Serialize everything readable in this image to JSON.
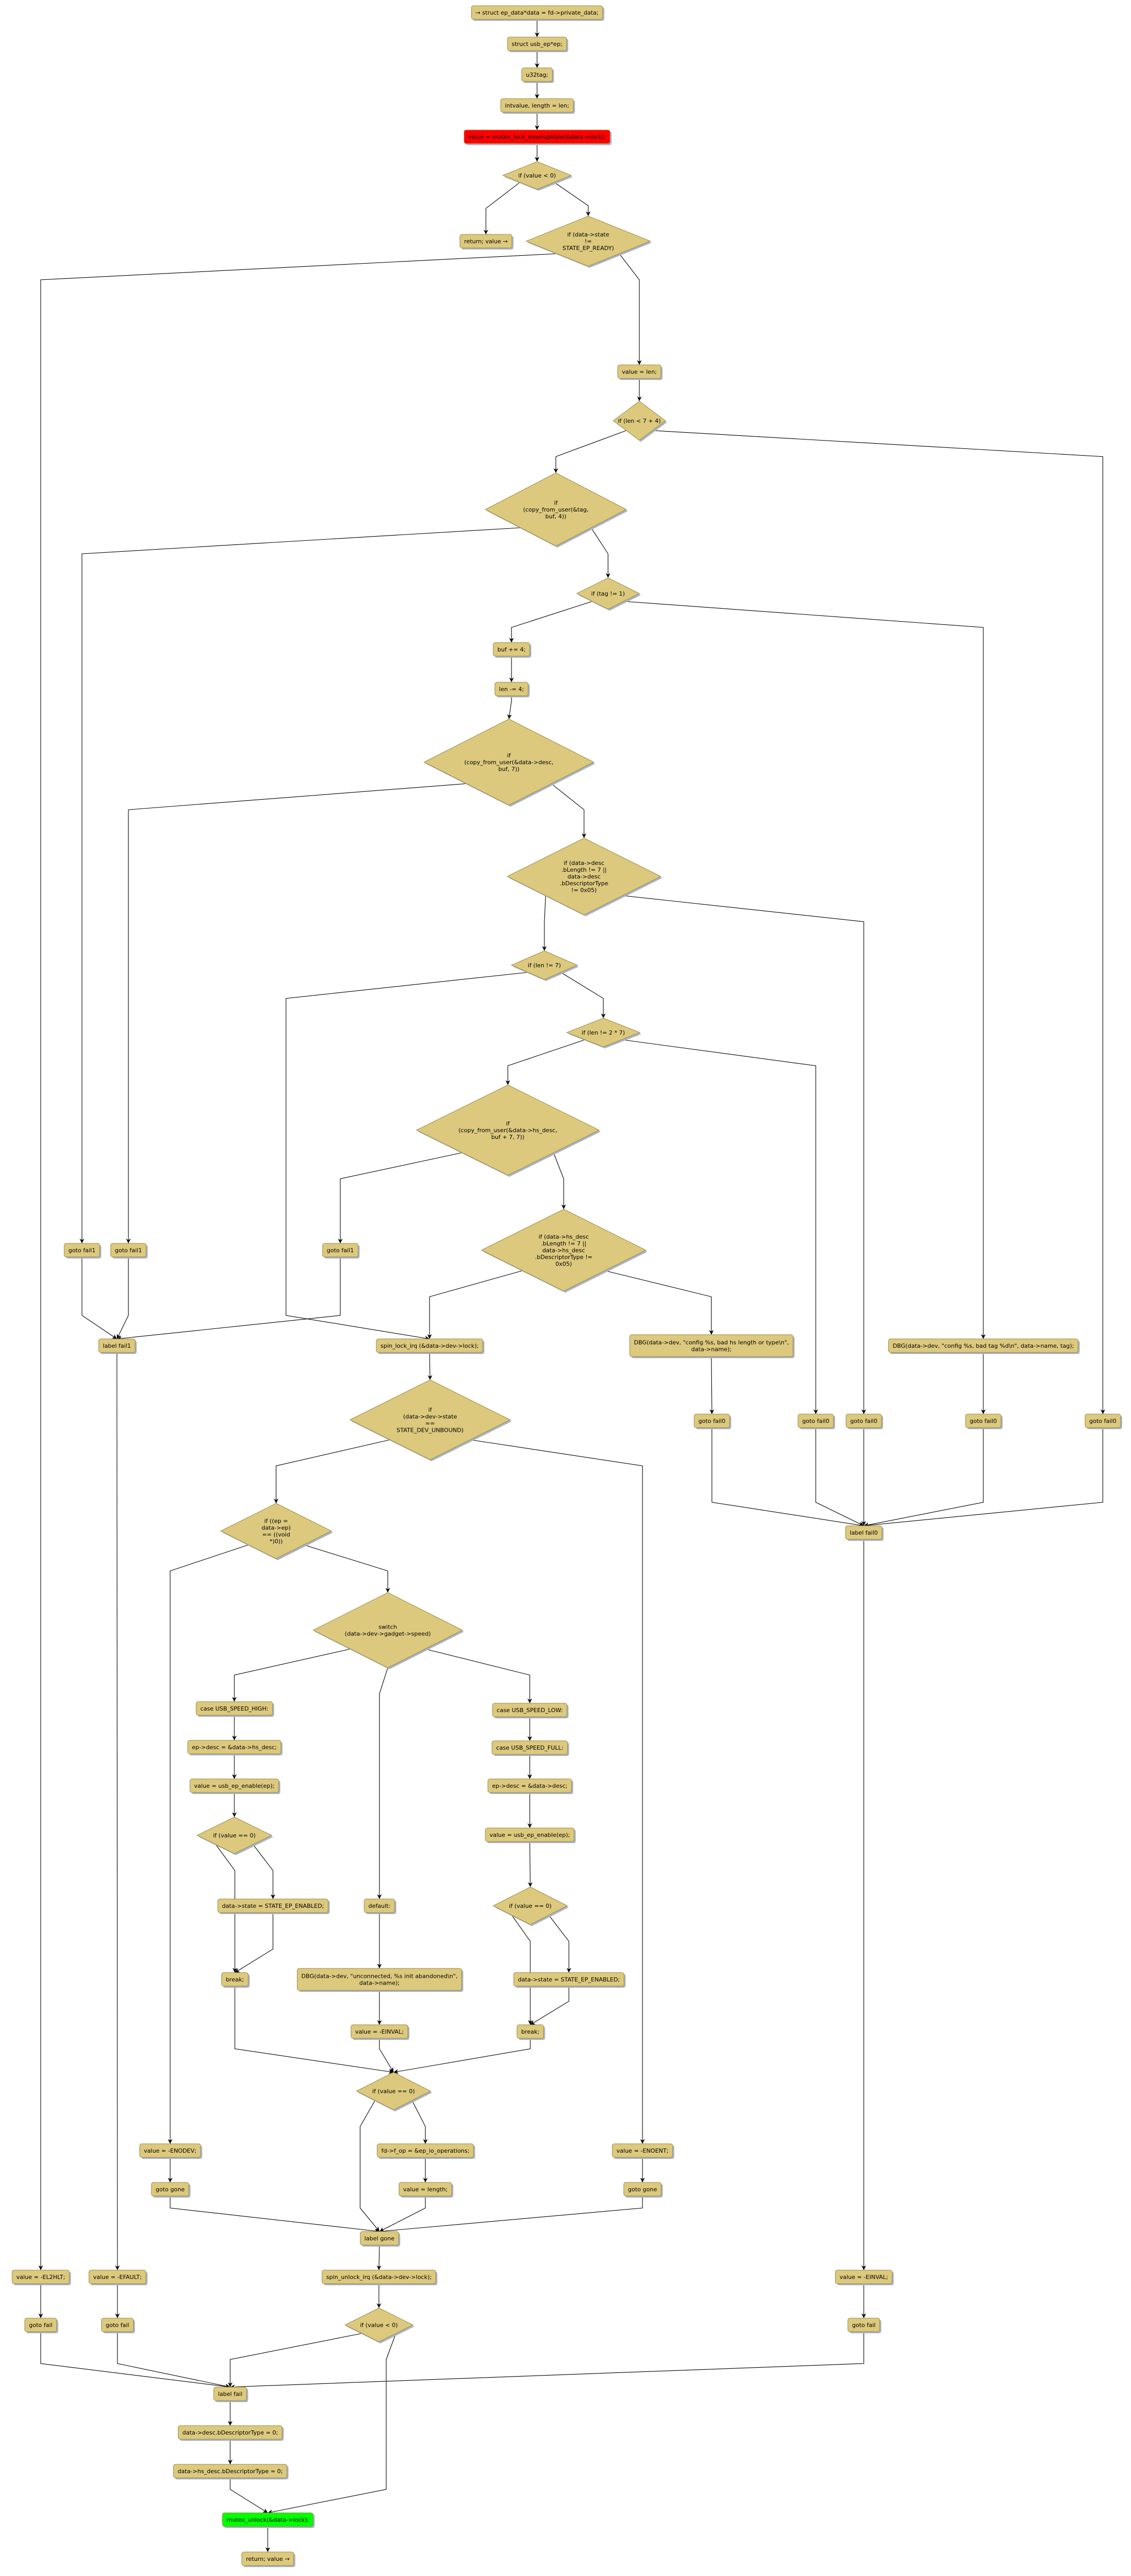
{
  "colors": {
    "node_fill": "#dcc97e",
    "node_stroke": "#9b8a40",
    "shadow": "#a8b3cc",
    "lock_node": "#ff0000",
    "unlock_node": "#00ff00",
    "edge": "#000000"
  },
  "nodes": {
    "n0": {
      "lines": [
        "→ struct ep_data*data = fd->private_data;"
      ]
    },
    "n1": {
      "lines": [
        "struct usb_ep*ep;"
      ]
    },
    "n2": {
      "lines": [
        "u32tag;"
      ]
    },
    "n3": {
      "lines": [
        "intvalue, length = len;"
      ]
    },
    "n4": {
      "lines": [
        "value = mutex_lock_interruptible(&data->lock);"
      ]
    },
    "n5": {
      "lines": [
        "if (value < 0)"
      ]
    },
    "n6": {
      "lines": [
        "return; value →"
      ]
    },
    "n7": {
      "lines": [
        "if (data->state",
        "!=",
        "STATE_EP_READY)"
      ]
    },
    "n8": {
      "lines": [
        "value = len;"
      ]
    },
    "n9": {
      "lines": [
        "if (len < 7 + 4)"
      ]
    },
    "n10": {
      "lines": [
        "if",
        "(copy_from_user(&tag,",
        "buf, 4))"
      ]
    },
    "n11": {
      "lines": [
        "if (tag != 1)"
      ]
    },
    "n12": {
      "lines": [
        "buf += 4;"
      ]
    },
    "n13": {
      "lines": [
        "len -= 4;"
      ]
    },
    "n14": {
      "lines": [
        "if",
        "(copy_from_user(&data->desc,",
        "buf, 7))"
      ]
    },
    "n15": {
      "lines": [
        "if (data->desc",
        ".bLength != 7 ||",
        "data->desc",
        ".bDescriptorType",
        "!= 0x05)"
      ]
    },
    "n16": {
      "lines": [
        "if (len != 7)"
      ]
    },
    "n17": {
      "lines": [
        "if (len != 2 * 7)"
      ]
    },
    "n18": {
      "lines": [
        "if",
        "(copy_from_user(&data->hs_desc,",
        "buf + 7, 7))"
      ]
    },
    "n19": {
      "lines": [
        "if (data->hs_desc",
        ".bLength != 7 ||",
        "data->hs_desc",
        ".bDescriptorType !=",
        "0x05)"
      ]
    },
    "g1a": {
      "lines": [
        "goto fail1"
      ]
    },
    "g1b": {
      "lines": [
        "goto fail1"
      ]
    },
    "g1c": {
      "lines": [
        "goto fail1"
      ]
    },
    "lf1": {
      "lines": [
        "label fail1"
      ]
    },
    "spin": {
      "lines": [
        "spin_lock_irq (&data->dev->lock);"
      ]
    },
    "dbghs": {
      "lines": [
        "DBG(data->dev, \"config %s, bad hs length or type\\n\",",
        "data->name);"
      ]
    },
    "dbgtag": {
      "lines": [
        "DBG(data->dev, \"config %s, bad tag %d\\n\", data->name, tag);"
      ]
    },
    "g0a": {
      "lines": [
        "goto fail0"
      ]
    },
    "g0b": {
      "lines": [
        "goto fail0"
      ]
    },
    "g0c": {
      "lines": [
        "goto fail0"
      ]
    },
    "g0d": {
      "lines": [
        "goto fail0"
      ]
    },
    "g0e": {
      "lines": [
        "goto fail0"
      ]
    },
    "unb": {
      "lines": [
        "if",
        "(data->dev->state",
        "==",
        "STATE_DEV_UNBOUND)"
      ]
    },
    "lf0": {
      "lines": [
        "label fail0"
      ]
    },
    "epd": {
      "lines": [
        "if ((ep =",
        "data->ep)",
        "== ((void",
        "*)0))"
      ]
    },
    "sw": {
      "lines": [
        "switch",
        "(data->dev->gadget->speed)"
      ]
    },
    "chigh": {
      "lines": [
        "case USB_SPEED_HIGH:"
      ]
    },
    "hsd": {
      "lines": [
        "ep->desc = &data->hs_desc;"
      ]
    },
    "en1": {
      "lines": [
        "value = usb_ep_enable(ep);"
      ]
    },
    "v1": {
      "lines": [
        "if (value == 0)"
      ]
    },
    "st1": {
      "lines": [
        "data->state = STATE_EP_ENABLED;"
      ]
    },
    "brk1": {
      "lines": [
        "break;"
      ]
    },
    "def": {
      "lines": [
        "default:"
      ]
    },
    "dbgun": {
      "lines": [
        "DBG(data->dev, \"unconnected, %s init abandoned\\n\",",
        "data->name);"
      ]
    },
    "ein1": {
      "lines": [
        "value = -EINVAL;"
      ]
    },
    "clow": {
      "lines": [
        "case USB_SPEED_LOW:"
      ]
    },
    "cfull": {
      "lines": [
        "case USB_SPEED_FULL:"
      ]
    },
    "desc": {
      "lines": [
        "ep->desc = &data->desc;"
      ]
    },
    "en2": {
      "lines": [
        "value = usb_ep_enable(ep);"
      ]
    },
    "v2": {
      "lines": [
        "if (value == 0)"
      ]
    },
    "st2": {
      "lines": [
        "data->state = STATE_EP_ENABLED;"
      ]
    },
    "brk2": {
      "lines": [
        "break;"
      ]
    },
    "v3": {
      "lines": [
        "if (value == 0)"
      ]
    },
    "enodev": {
      "lines": [
        "value = -ENODEV;"
      ]
    },
    "fop": {
      "lines": [
        "fd->f_op = &ep_io_operations;"
      ]
    },
    "enoent": {
      "lines": [
        "value = -ENOENT;"
      ]
    },
    "gg1": {
      "lines": [
        "goto gone"
      ]
    },
    "vlen": {
      "lines": [
        "value = length;"
      ]
    },
    "gg2": {
      "lines": [
        "goto gone"
      ]
    },
    "gone": {
      "lines": [
        "label gone"
      ]
    },
    "el2": {
      "lines": [
        "value = -EL2HLT;"
      ]
    },
    "efault": {
      "lines": [
        "value = -EFAULT;"
      ]
    },
    "unspin": {
      "lines": [
        "spin_unlock_irq (&data->dev->lock);"
      ]
    },
    "ein2": {
      "lines": [
        "value = -EINVAL;"
      ]
    },
    "gf1": {
      "lines": [
        "goto fail"
      ]
    },
    "gf2": {
      "lines": [
        "goto fail"
      ]
    },
    "v4": {
      "lines": [
        "if (value < 0)"
      ]
    },
    "gf3": {
      "lines": [
        "goto fail"
      ]
    },
    "lfail": {
      "lines": [
        "label fail"
      ]
    },
    "dd": {
      "lines": [
        "data->desc.bDescriptorType = 0;"
      ]
    },
    "hd": {
      "lines": [
        "data->hs_desc.bDescriptorType = 0;"
      ]
    },
    "mu": {
      "lines": [
        "mutex_unlock(&data->lock);"
      ]
    },
    "ret": {
      "lines": [
        "return; value →"
      ]
    }
  },
  "edges": [
    [
      "n0",
      "n1"
    ],
    [
      "n1",
      "n2"
    ],
    [
      "n2",
      "n3"
    ],
    [
      "n3",
      "n4"
    ],
    [
      "n4",
      "n5"
    ],
    [
      "n5",
      "n6",
      "L"
    ],
    [
      "n5",
      "n7",
      "R"
    ],
    [
      "n7",
      "el2",
      "L"
    ],
    [
      "n7",
      "n8",
      "R"
    ],
    [
      "n8",
      "n9"
    ],
    [
      "n9",
      "n10",
      "L"
    ],
    [
      "n9",
      "g0e",
      "R"
    ],
    [
      "n10",
      "g1a",
      "L"
    ],
    [
      "n10",
      "n11",
      "R"
    ],
    [
      "n11",
      "n12",
      "L"
    ],
    [
      "n11",
      "dbgtag",
      "R"
    ],
    [
      "n12",
      "n13"
    ],
    [
      "n13",
      "n14"
    ],
    [
      "n14",
      "g1b",
      "L"
    ],
    [
      "n14",
      "n15",
      "R"
    ],
    [
      "n15",
      "n16",
      "L"
    ],
    [
      "n15",
      "g0c",
      "R"
    ],
    [
      "n16",
      "spin",
      "L"
    ],
    [
      "n16",
      "n17",
      "R"
    ],
    [
      "n17",
      "n18",
      "L"
    ],
    [
      "n17",
      "g0b",
      "R"
    ],
    [
      "n18",
      "g1c",
      "L"
    ],
    [
      "n18",
      "n19",
      "R"
    ],
    [
      "n19",
      "spin",
      "L"
    ],
    [
      "n19",
      "dbghs",
      "R"
    ],
    [
      "dbghs",
      "g0a"
    ],
    [
      "dbgtag",
      "g0d"
    ],
    [
      "g1a",
      "lf1"
    ],
    [
      "g1b",
      "lf1"
    ],
    [
      "g1c",
      "lf1"
    ],
    [
      "lf1",
      "efault"
    ],
    [
      "spin",
      "unb"
    ],
    [
      "g0a",
      "lf0"
    ],
    [
      "g0b",
      "lf0"
    ],
    [
      "g0c",
      "lf0"
    ],
    [
      "g0d",
      "lf0"
    ],
    [
      "g0e",
      "lf0"
    ],
    [
      "lf0",
      "ein2"
    ],
    [
      "ein2",
      "gf3"
    ],
    [
      "gf3",
      "lfail"
    ],
    [
      "unb",
      "epd",
      "L"
    ],
    [
      "unb",
      "enoent",
      "R"
    ],
    [
      "epd",
      "enodev",
      "L"
    ],
    [
      "epd",
      "sw",
      "R"
    ],
    [
      "sw",
      "chigh",
      "L"
    ],
    [
      "sw",
      "def",
      "M"
    ],
    [
      "sw",
      "clow",
      "R"
    ],
    [
      "chigh",
      "hsd"
    ],
    [
      "hsd",
      "en1"
    ],
    [
      "en1",
      "v1"
    ],
    [
      "v1",
      "brk1",
      "L"
    ],
    [
      "v1",
      "st1",
      "R"
    ],
    [
      "st1",
      "brk1"
    ],
    [
      "def",
      "dbgun"
    ],
    [
      "dbgun",
      "ein1"
    ],
    [
      "clow",
      "cfull"
    ],
    [
      "cfull",
      "desc"
    ],
    [
      "desc",
      "en2"
    ],
    [
      "en2",
      "v2"
    ],
    [
      "v2",
      "brk2",
      "L"
    ],
    [
      "v2",
      "st2",
      "R"
    ],
    [
      "st2",
      "brk2"
    ],
    [
      "brk1",
      "v3"
    ],
    [
      "ein1",
      "v3"
    ],
    [
      "brk2",
      "v3"
    ],
    [
      "v3",
      "gone",
      "L"
    ],
    [
      "v3",
      "fop",
      "R"
    ],
    [
      "fop",
      "vlen"
    ],
    [
      "vlen",
      "gone"
    ],
    [
      "enodev",
      "gg1"
    ],
    [
      "gg1",
      "gone"
    ],
    [
      "enoent",
      "gg2"
    ],
    [
      "gg2",
      "gone"
    ],
    [
      "gone",
      "unspin"
    ],
    [
      "unspin",
      "v4"
    ],
    [
      "v4",
      "lfail",
      "L"
    ],
    [
      "v4",
      "mu",
      "R"
    ],
    [
      "el2",
      "gf1"
    ],
    [
      "efault",
      "gf2"
    ],
    [
      "gf1",
      "lfail"
    ],
    [
      "gf2",
      "lfail"
    ],
    [
      "lfail",
      "dd"
    ],
    [
      "dd",
      "hd"
    ],
    [
      "hd",
      "mu"
    ],
    [
      "mu",
      "ret"
    ]
  ]
}
